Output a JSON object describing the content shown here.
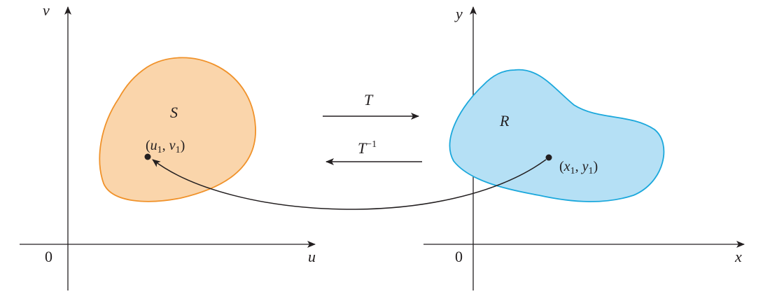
{
  "left_plane": {
    "x_axis_label": "u",
    "y_axis_label": "v",
    "origin_label": "0",
    "region_label": "S",
    "point_label": {
      "open": "(",
      "a": "u",
      "a_sub": "1",
      "sep": ", ",
      "b": "v",
      "b_sub": "1",
      "close": ")"
    },
    "region_fill": "#fad5ab",
    "region_stroke": "#f0922a"
  },
  "right_plane": {
    "x_axis_label": "x",
    "y_axis_label": "y",
    "origin_label": "0",
    "region_label": "R",
    "point_label": {
      "open": "(",
      "a": "x",
      "a_sub": "1",
      "sep": ", ",
      "b": "y",
      "b_sub": "1",
      "close": ")"
    },
    "region_fill": "#b5e0f5",
    "region_stroke": "#1ba8dc"
  },
  "maps": {
    "forward_label": "T",
    "inverse_label": "T",
    "inverse_sup": "−1"
  },
  "colors": {
    "ink": "#231f20"
  }
}
